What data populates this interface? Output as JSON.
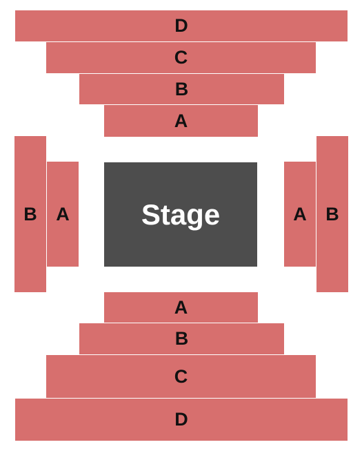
{
  "colors": {
    "section": "#d76f6e",
    "stage": "#4d4d4d",
    "background": "#ffffff"
  },
  "stage": {
    "label": "Stage"
  },
  "sections": {
    "top_d": "D",
    "top_c": "C",
    "top_b": "B",
    "top_a": "A",
    "left_b": "B",
    "left_a": "A",
    "right_a": "A",
    "right_b": "B",
    "bottom_a": "A",
    "bottom_b": "B",
    "bottom_c": "C",
    "bottom_d": "D"
  }
}
